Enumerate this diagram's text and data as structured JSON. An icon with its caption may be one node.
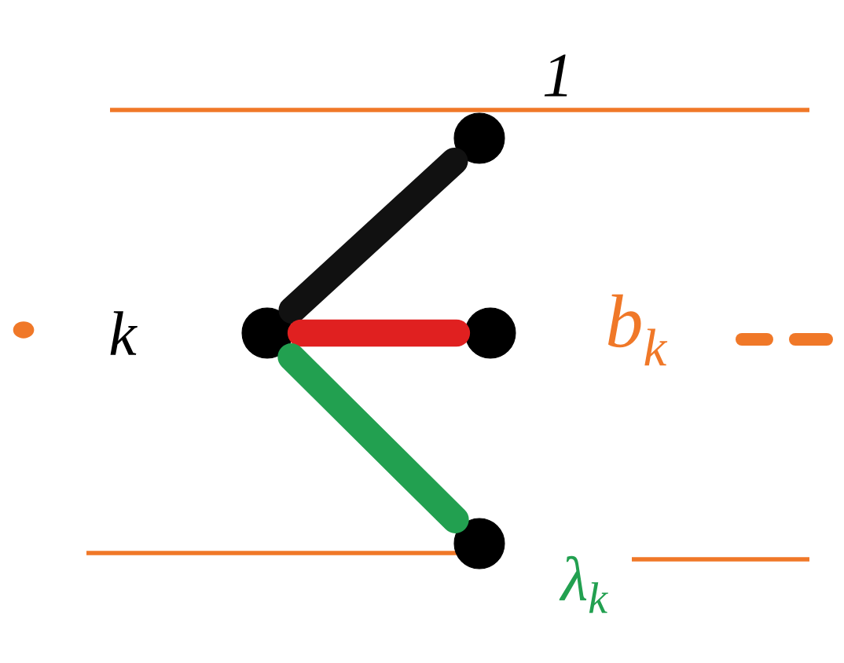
{
  "diagram": {
    "nodes": [
      {
        "text": [],
        "shape": "circle"
      },
      {
        "text": [],
        "shape": "circle"
      },
      {
        "text": [],
        "shape": "circle"
      },
      {
        "text": [],
        "shape": "circle"
      }
    ],
    "edges": [
      {
        "from": 1,
        "to": 0,
        "arrow": "none",
        "color": "#111111"
      },
      {
        "from": 1,
        "to": 2,
        "arrow": "none",
        "color": "#e02020"
      },
      {
        "from": 1,
        "to": 3,
        "arrow": "none",
        "color": "#22a050"
      }
    ],
    "labels": [
      "1",
      "k",
      "b$_{k}$",
      "λ$_{k}$"
    ]
  }
}
